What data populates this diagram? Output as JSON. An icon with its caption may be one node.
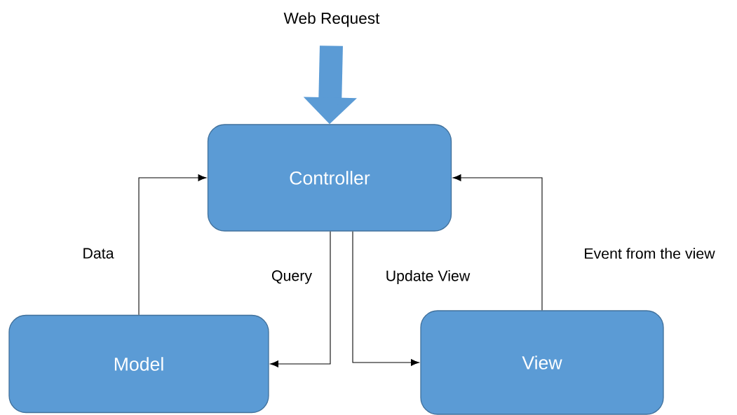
{
  "diagram": {
    "nodes": [
      {
        "text": [
          "Controller"
        ]
      },
      {
        "text": [
          "Model"
        ]
      },
      {
        "text": [
          "View"
        ]
      },
      {
        "text": [
          "Web Request"
        ]
      }
    ],
    "edges": [
      {
        "from": 3,
        "to": 0,
        "arrow": "to",
        "style": "thick",
        "color": "#5b9bd5"
      },
      {
        "from": 1,
        "to": 0,
        "arrow": "to",
        "label": "Data"
      },
      {
        "from": 0,
        "to": 1,
        "arrow": "to",
        "label": "Query"
      },
      {
        "from": 0,
        "to": 2,
        "arrow": "to",
        "label": "Update View"
      },
      {
        "from": 2,
        "to": 0,
        "arrow": "to",
        "label": "Event from the view"
      }
    ]
  }
}
